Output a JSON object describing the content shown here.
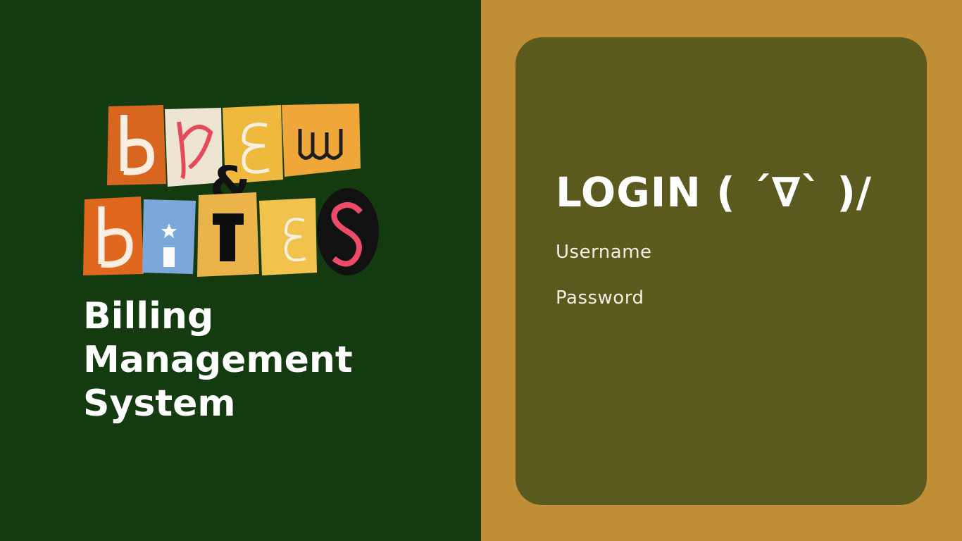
{
  "brand": {
    "logo_text_line1": "brew",
    "logo_ampersand": "&",
    "logo_text_line2": "bites",
    "title_lines": [
      "Billing",
      "Management",
      "System"
    ]
  },
  "login": {
    "title": "LOGIN ( ´∇` )/",
    "username_placeholder": "Username",
    "password_placeholder": "Password"
  },
  "colors": {
    "left_panel": "#143a10",
    "right_panel": "#c08e34",
    "card": "#5a5a1e",
    "text": "#ffffff"
  }
}
